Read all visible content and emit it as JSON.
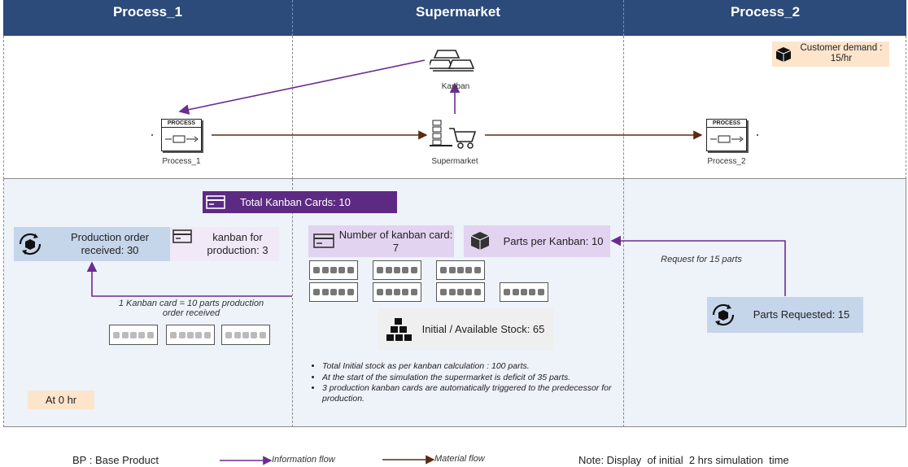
{
  "header": {
    "lane1": "Process_1",
    "lane2": "Supermarket",
    "lane3": "Process_2"
  },
  "top": {
    "kanban_label": "Kanban",
    "process1_label": "Process_1",
    "process1_icon_text": "PROCESS",
    "supermarket_label": "Supermarket",
    "process2_label": "Process_2",
    "process2_icon_text": "PROCESS",
    "customer_demand": "Customer demand : 15/hr"
  },
  "bottom": {
    "total_kanban": "Total Kanban Cards: 10",
    "production_order": "Production order received: 30",
    "kanban_for_production": "kanban for production: 3",
    "number_of_kanban": "Number of kanban card: 7",
    "parts_per_kanban": "Parts per Kanban: 10",
    "request_text": "Request for 15 parts",
    "kanban_card_note": "1 Kanban card = 10 parts production order received",
    "initial_stock": "Initial / Available Stock: 65",
    "parts_requested": "Parts Requested: 15",
    "time_label": "At 0 hr",
    "notes": [
      "Total Initial stock as per kanban calculation : 100 parts.",
      "At the start of the simulation the supermarket is deficit of 35 parts.",
      "3 production kanban cards are automatically triggered to the predecessor for production."
    ]
  },
  "legend": {
    "bp": "BP : Base Product",
    "info_flow": "Information flow",
    "material_flow": "Material flow",
    "note": "Note: Display  of initial  2 hrs simulation  time"
  },
  "colors": {
    "header": "#2c4a7a",
    "info_flow": "#6a2c91",
    "material_flow": "#5c2a10",
    "total_kanban_bg": "#5d2a83",
    "light_purple": "#e2d3f0",
    "light_blue": "#c5d5ea",
    "peach": "#fde5cc"
  }
}
